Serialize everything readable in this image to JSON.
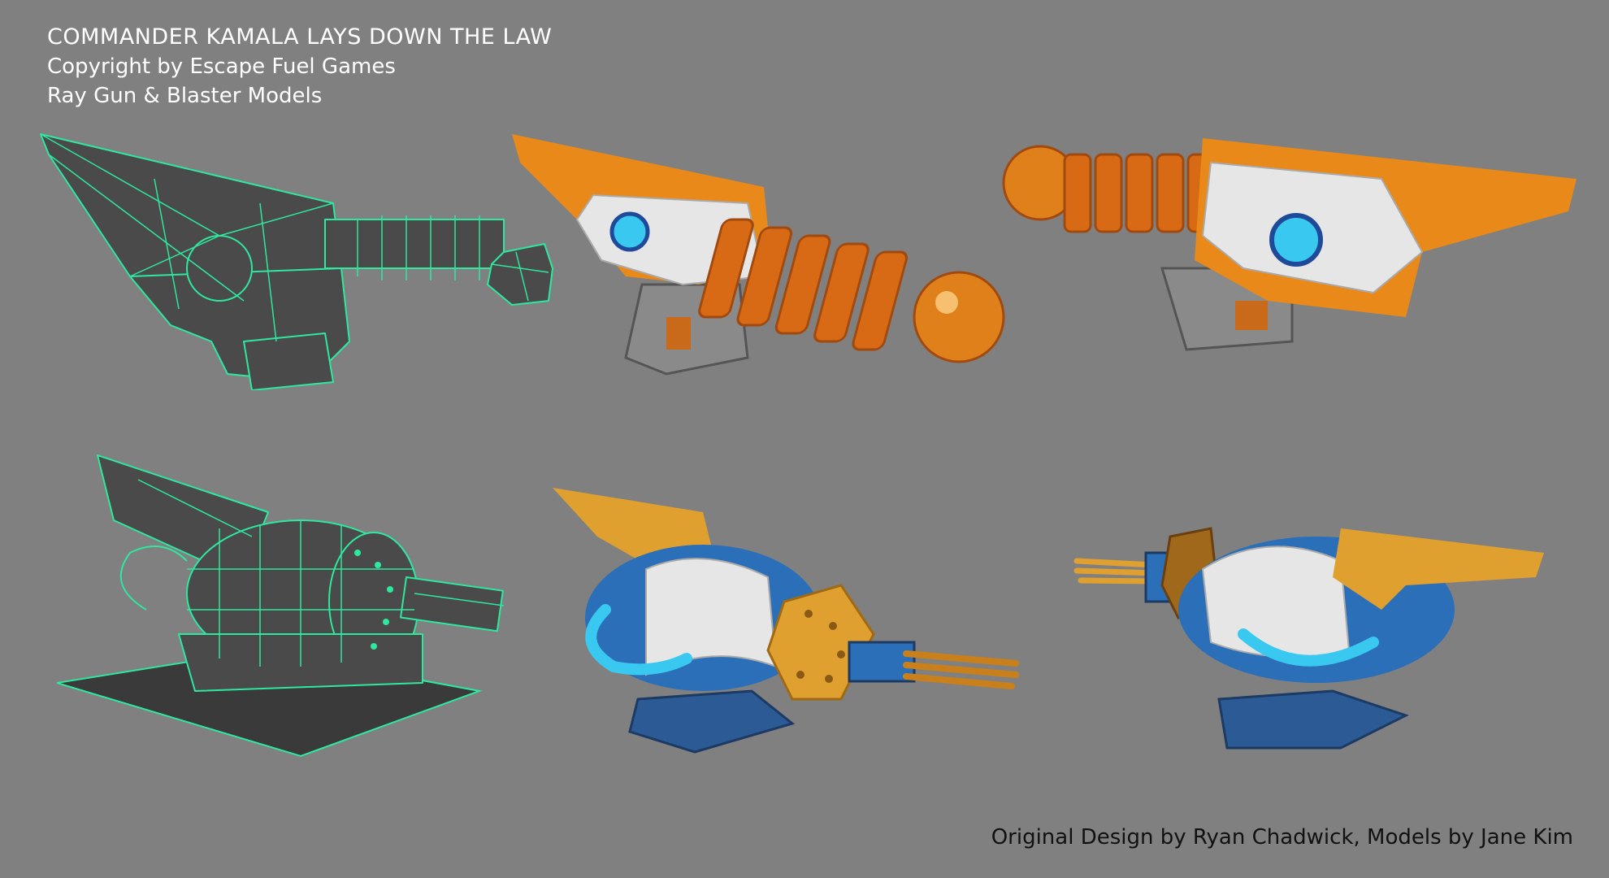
{
  "header": {
    "title": "COMMANDER KAMALA LAYS DOWN THE LAW",
    "copyright": "Copyright by Escape Fuel Games",
    "subtitle": "Ray Gun & Blaster Models"
  },
  "footer": {
    "credit": "Original Design by Ryan Chadwick, Models by Jane Kim"
  },
  "models": [
    {
      "name": "ray-gun",
      "view": "wireframe"
    },
    {
      "name": "ray-gun",
      "view": "textured-front"
    },
    {
      "name": "ray-gun",
      "view": "textured-back"
    },
    {
      "name": "blaster",
      "view": "wireframe"
    },
    {
      "name": "blaster",
      "view": "textured-front"
    },
    {
      "name": "blaster",
      "view": "textured-back"
    }
  ],
  "colors": {
    "background": "#808080",
    "wire": "#2ee8a0",
    "orange": "#e8891a",
    "blue": "#2b6fb8",
    "cyan": "#39c8f0",
    "gold": "#e0a030"
  }
}
